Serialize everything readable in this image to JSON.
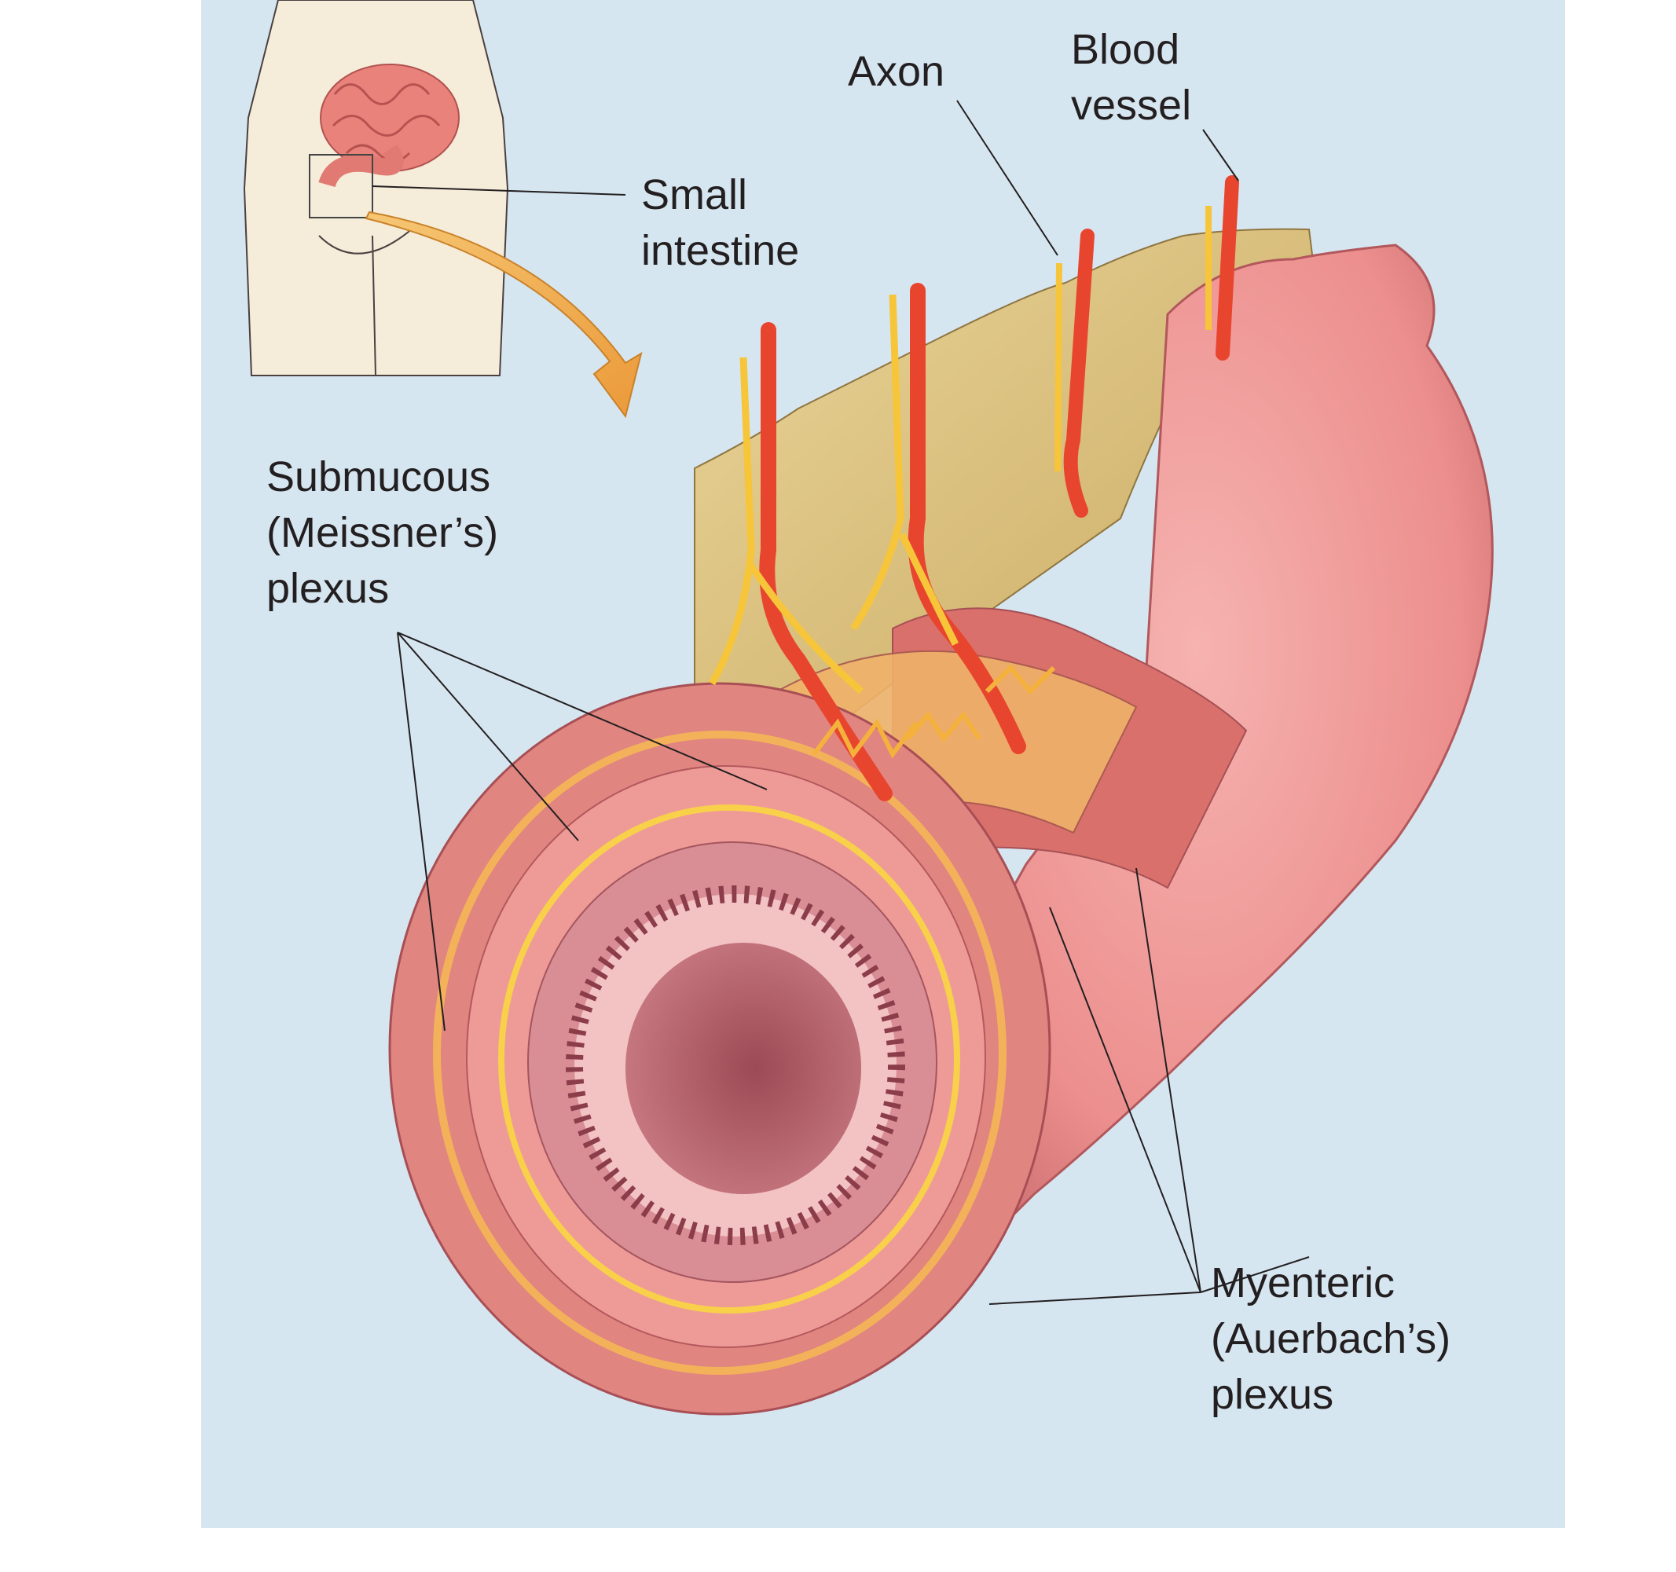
{
  "colors": {
    "panel_bg": "#d6e6f1",
    "tissue_pink": "#ec8f8e",
    "vessel_red": "#e8452f",
    "nerve_yellow": "#f7c53a",
    "arrow_orange": "#f1a94d",
    "label_text": "#231f20"
  },
  "labels": {
    "small_intestine": [
      "Small",
      "intestine"
    ],
    "axon": [
      "Axon"
    ],
    "blood_vessel": [
      "Blood",
      "vessel"
    ],
    "submucous_plexus": [
      "Submucous",
      "(Meissner’s)",
      "plexus"
    ],
    "myenteric_plexus": [
      "Myenteric",
      "(Auerbach’s)",
      "plexus"
    ]
  }
}
